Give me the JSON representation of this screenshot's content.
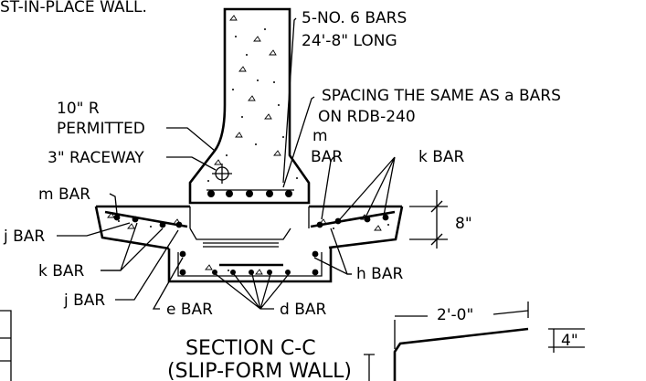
{
  "labels": {
    "top_wall": "ST-IN-PLACE WALL.",
    "bars_count": "5-NO. 6 BARS",
    "bars_length": "24'-8\" LONG",
    "spacing_line1": "SPACING THE SAME AS a BARS",
    "spacing_line2": "ON RDB-240",
    "radius_line1": "10\" R",
    "radius_line2": "PERMITTED",
    "raceway": "3\" RACEWAY",
    "m_bar_right_1": "m",
    "m_bar_right_2": "BAR",
    "k_bar_right": "k BAR",
    "m_bar_left": "m BAR",
    "j_bar_left": "j BAR",
    "k_bar_left": "k BAR",
    "j_bar_bottom": "j BAR",
    "e_bar": "e BAR",
    "d_bar": "d BAR",
    "h_bar": "h BAR",
    "dim_8": "8\"",
    "dim_2ft": "2'-0\"",
    "dim_4": "4\"",
    "section_title": "SECTION C-C",
    "section_subtitle": "(SLIP-FORM WALL)"
  }
}
